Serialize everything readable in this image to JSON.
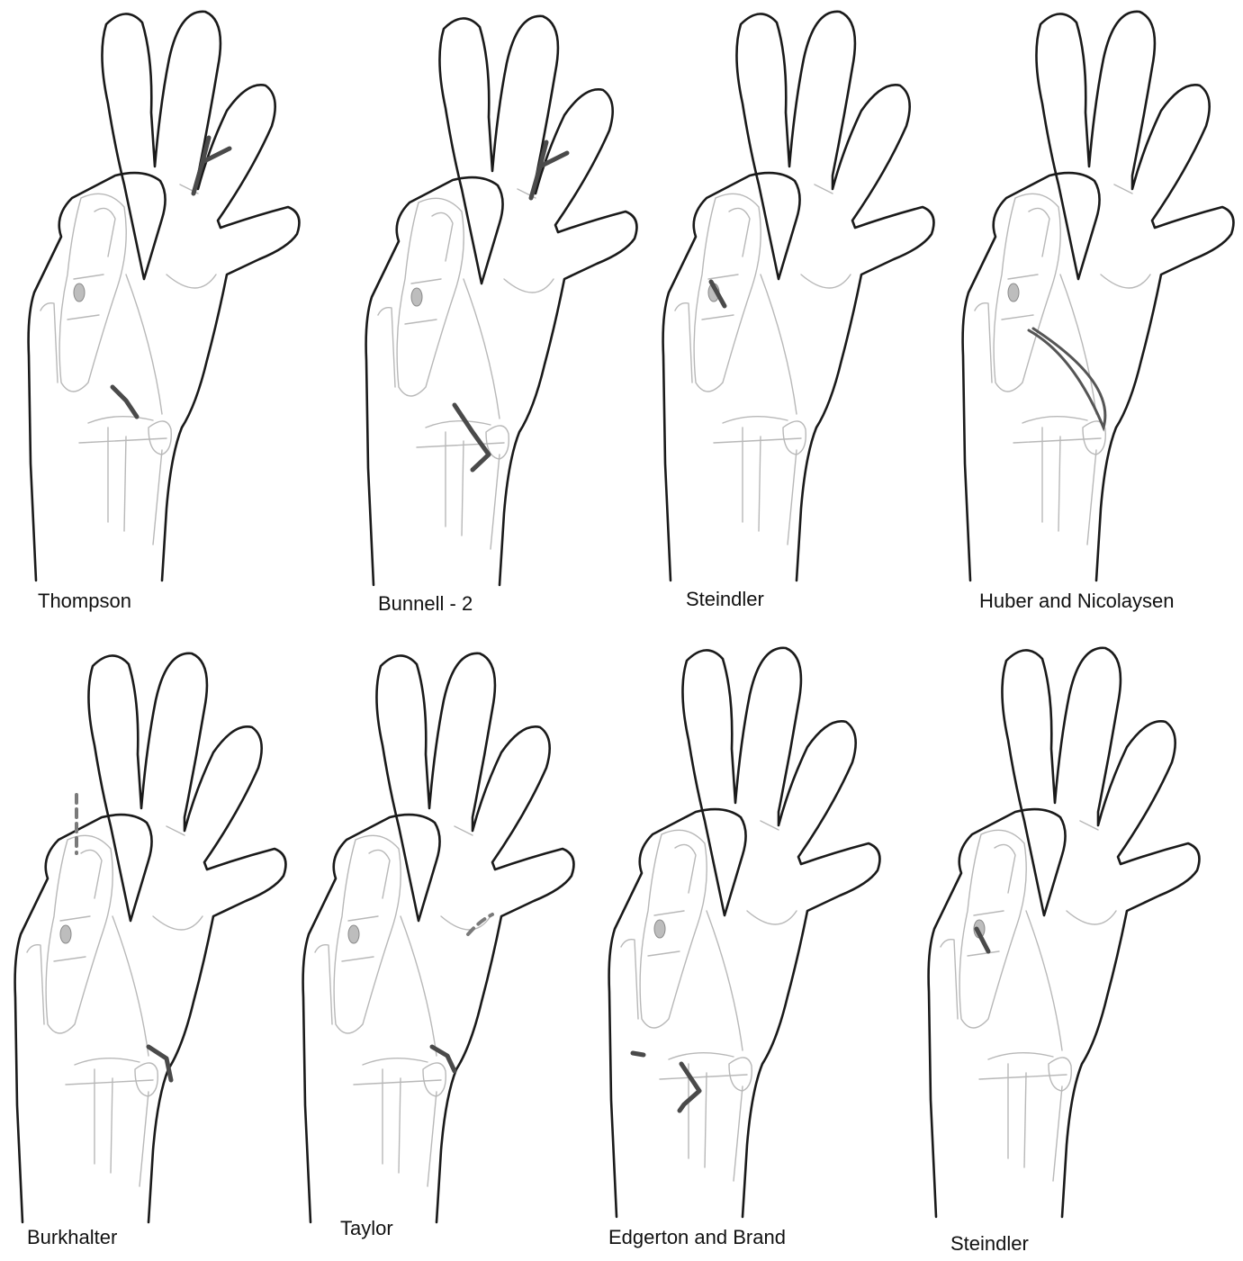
{
  "figure": {
    "panels": [
      {
        "id": "thompson",
        "caption": "Thompson",
        "incision": "thompson"
      },
      {
        "id": "bunnell-2",
        "caption": "Bunnell - 2",
        "incision": "bunnell"
      },
      {
        "id": "steindler-1",
        "caption": "Steindler",
        "incision": "steindler"
      },
      {
        "id": "huber",
        "caption": "Huber and Nicolaysen",
        "incision": "huber"
      },
      {
        "id": "burkhalter",
        "caption": "Burkhalter",
        "incision": "burkhalter"
      },
      {
        "id": "taylor",
        "caption": "Taylor",
        "incision": "taylor"
      },
      {
        "id": "edgerton",
        "caption": "Edgerton and Brand",
        "incision": "edgerton"
      },
      {
        "id": "steindler-2",
        "caption": "Steindler",
        "incision": "steindler2"
      }
    ]
  }
}
